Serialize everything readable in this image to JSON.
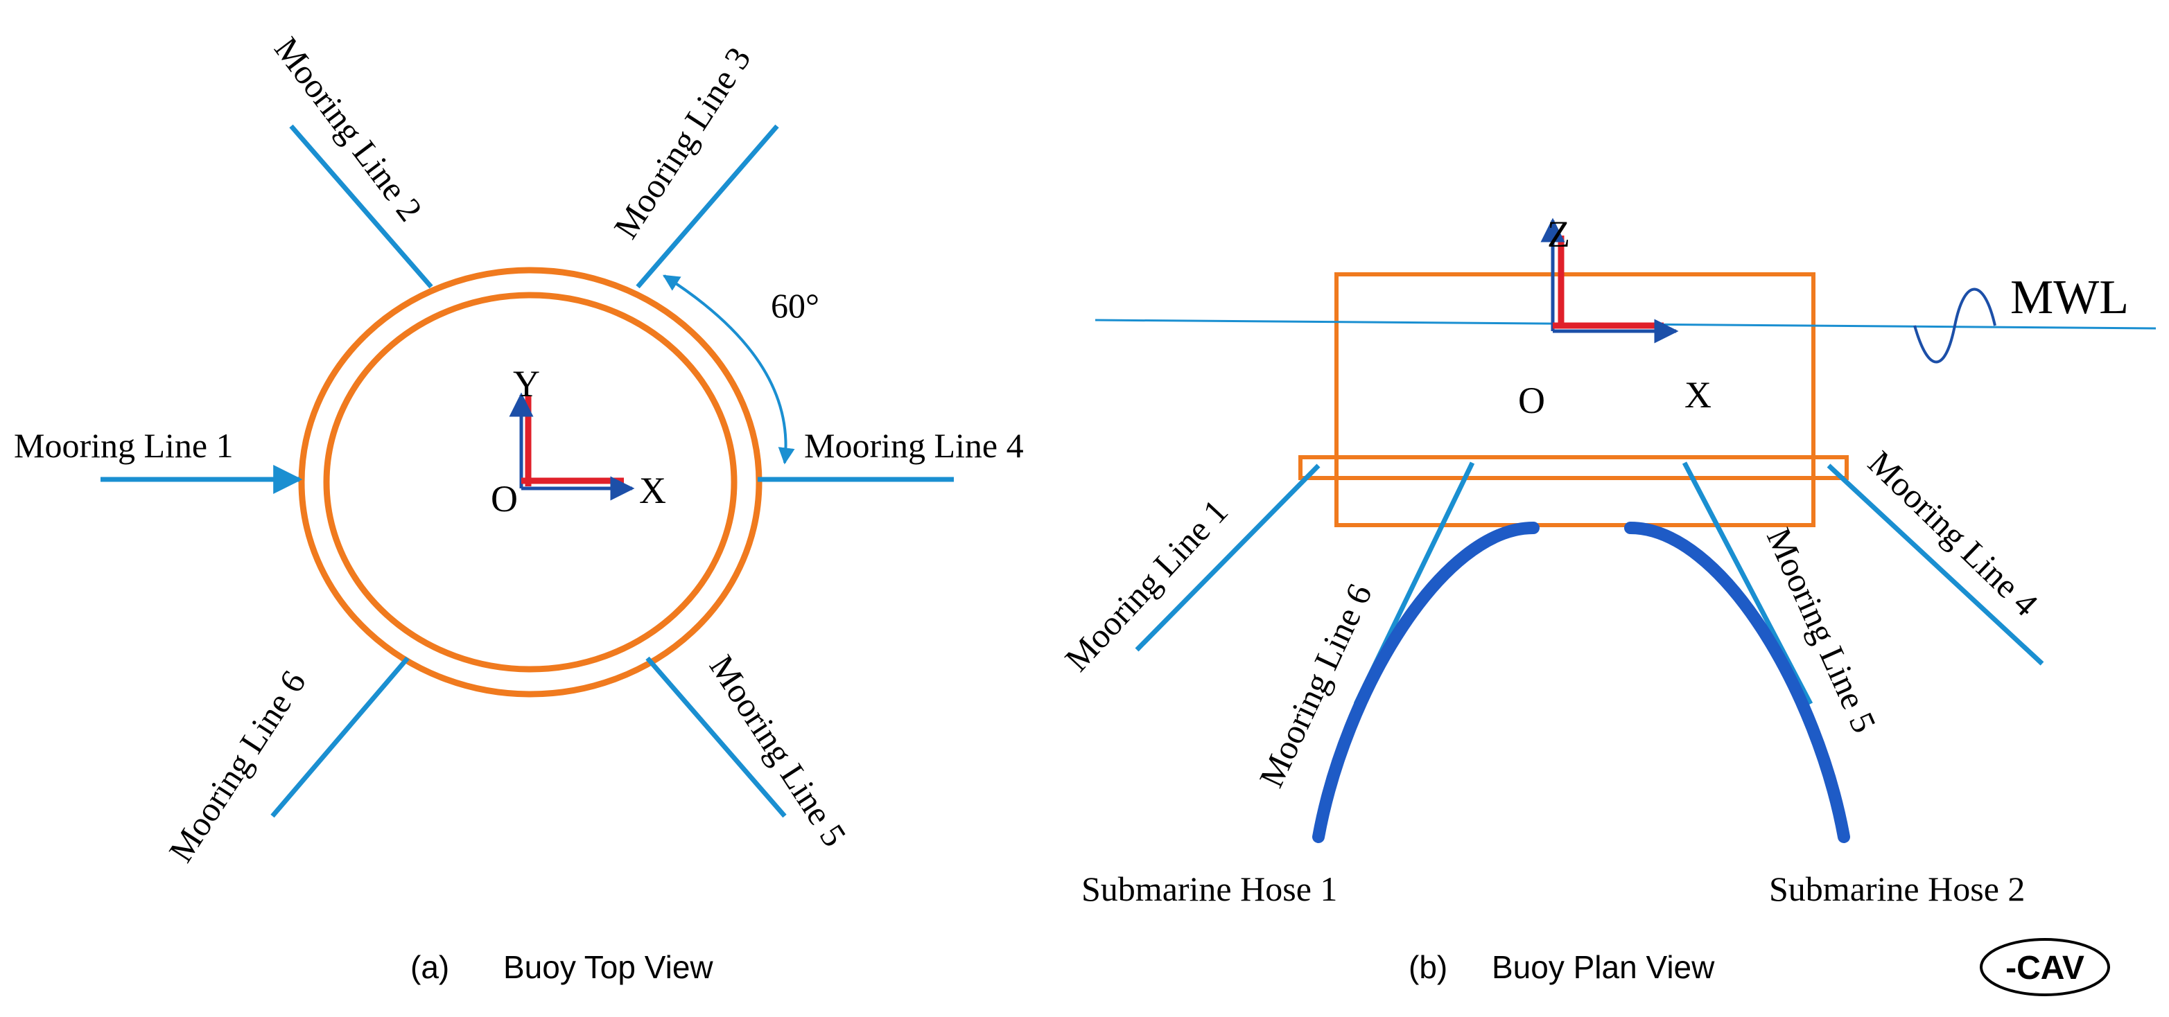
{
  "colors": {
    "mooring_line": "#1a8fd1",
    "buoy_outline": "#f07a1e",
    "axis_red": "#e0202a",
    "axis_blue": "#1c4fa8",
    "hose": "#1e5bc6",
    "text": "#000000"
  },
  "top_view": {
    "mooring_lines": [
      "Mooring Line 1",
      "Mooring Line 2",
      "Mooring Line 3",
      "Mooring Line 4",
      "Mooring Line 5",
      "Mooring Line 6"
    ],
    "angle_label": "60°",
    "axis_y": "Y",
    "axis_x": "X",
    "origin": "O",
    "caption_letter": "(a)",
    "caption": "Buoy Top View"
  },
  "plan_view": {
    "mooring_lines": [
      "Mooring Line 1",
      "Mooring Line 6",
      "Mooring Line 5",
      "Mooring Line 4"
    ],
    "axis_z": "Z",
    "axis_x": "X",
    "origin": "O",
    "water_level": "MWL",
    "hoses": [
      "Submarine Hose 1",
      "Submarine Hose 2"
    ],
    "caption_letter": "(b)",
    "caption": "Buoy Plan View"
  },
  "watermark": "-CAV"
}
